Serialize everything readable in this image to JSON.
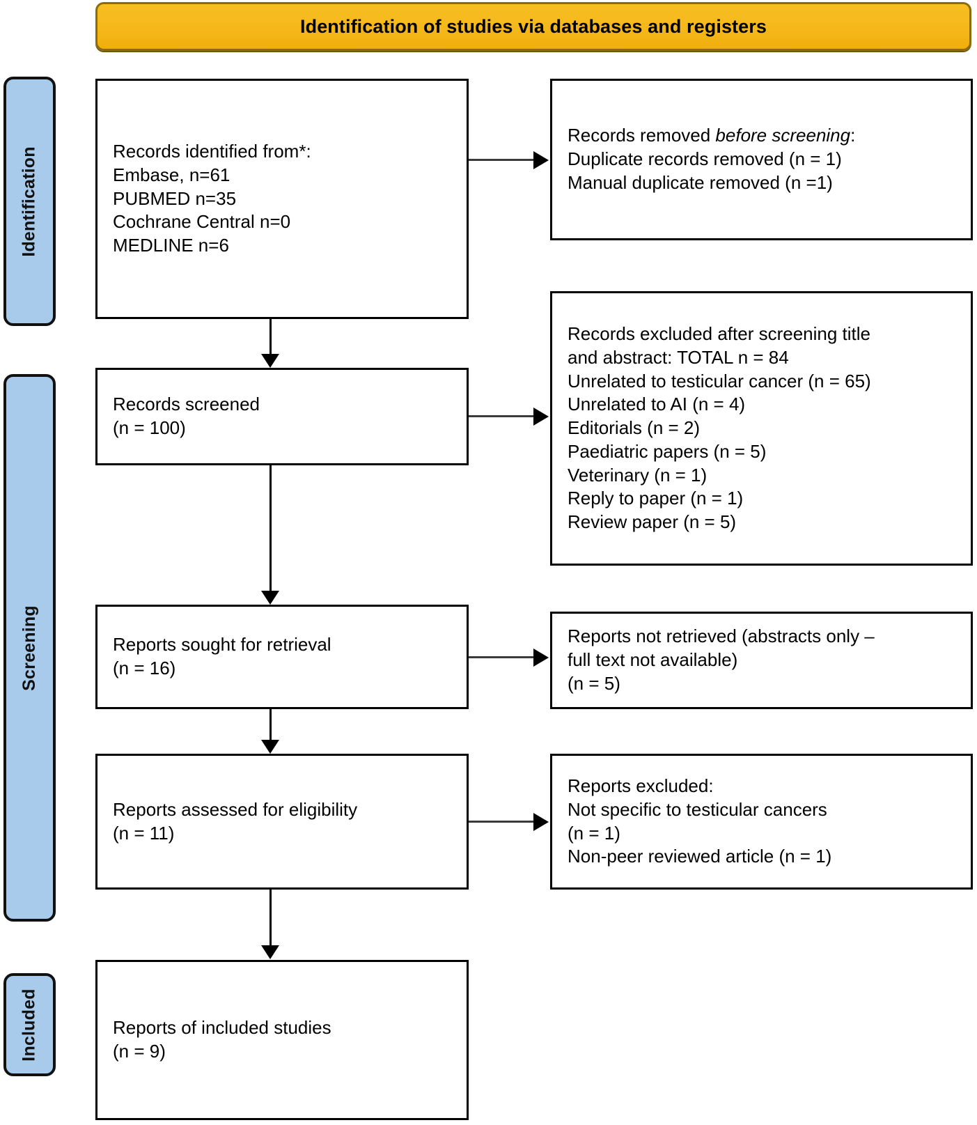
{
  "banner": {
    "title": "Identification of studies via databases and registers",
    "fill_color": "#F5B81A",
    "border_color": "#8A6D0B"
  },
  "phases": [
    {
      "key": "identification",
      "label": "Identification",
      "fill_color": "#A8CBEB"
    },
    {
      "key": "screening",
      "label": "Screening",
      "fill_color": "#A8CBEB"
    },
    {
      "key": "included",
      "label": "Included",
      "fill_color": "#A8CBEB"
    }
  ],
  "boxes": {
    "identified": {
      "name": "records-identified",
      "text": "Records identified from*:\nEmbase, n=61\nPUBMED n=35\nCochrane Central n=0\nMEDLINE n=6",
      "lines": [
        "Records identified from*:",
        "Embase, n=61",
        "PUBMED n=35",
        "Cochrane Central n=0",
        "MEDLINE n=6"
      ]
    },
    "removed_before_screening": {
      "name": "records-removed-before-screening",
      "heading_plain": "Records removed ",
      "heading_italic": "before screening",
      "heading_suffix": ":",
      "lines": [
        "Duplicate records removed (n = 1)",
        "Manual duplicate removed (n =1)"
      ]
    },
    "screened": {
      "name": "records-screened",
      "text": "Records screened\n(n = 100)",
      "lines": [
        "Records screened",
        "(n = 100)"
      ],
      "count": 100
    },
    "excluded_after_screening": {
      "name": "records-excluded-after-screening",
      "text": "Records excluded after screening title and abstract: TOTAL n = 84\nUnrelated to testicular cancer (n = 65)\nUnrelated to AI (n = 4)\nEditorials (n = 2)\nPaediatric papers (n = 5)\nVeterinary (n = 1)\nReply to paper (n = 1)\nReview paper (n = 5)",
      "lines": [
        "Records excluded after screening title",
        "and abstract: TOTAL n = 84",
        "Unrelated to testicular cancer (n = 65)",
        "Unrelated to AI (n = 4)",
        "Editorials (n = 2)",
        "Paediatric papers (n = 5)",
        "Veterinary (n = 1)",
        "Reply to paper (n = 1)",
        "Review paper (n = 5)"
      ],
      "total": 84,
      "reasons": [
        {
          "reason": "Unrelated to testicular cancer",
          "n": 65
        },
        {
          "reason": "Unrelated to AI",
          "n": 4
        },
        {
          "reason": "Editorials",
          "n": 2
        },
        {
          "reason": "Paediatric papers",
          "n": 5
        },
        {
          "reason": "Veterinary",
          "n": 1
        },
        {
          "reason": "Reply to paper",
          "n": 1
        },
        {
          "reason": "Review paper",
          "n": 5
        }
      ]
    },
    "sought": {
      "name": "reports-sought-for-retrieval",
      "text": "Reports sought for retrieval\n(n = 16)",
      "lines": [
        "Reports sought for retrieval",
        "(n = 16)"
      ],
      "count": 16
    },
    "not_retrieved": {
      "name": "reports-not-retrieved",
      "text": "Reports not retrieved (abstracts only – full text not available)\n(n = 5)",
      "lines": [
        "Reports not retrieved (abstracts only –",
        "full text not available)",
        "(n = 5)"
      ],
      "count": 5
    },
    "assessed": {
      "name": "reports-assessed-for-eligibility",
      "text": "Reports assessed for eligibility\n(n = 11)",
      "lines": [
        "Reports assessed for eligibility",
        "(n = 11)"
      ],
      "count": 11
    },
    "reports_excluded": {
      "name": "reports-excluded",
      "text": "Reports excluded:\nNot specific to testicular cancers\n(n = 1)\nNon-peer reviewed article (n = 1)",
      "lines": [
        "Reports excluded:",
        "Not specific to testicular cancers",
        "(n = 1)",
        "Non-peer reviewed article (n = 1)"
      ],
      "reasons": [
        {
          "reason": "Not specific to testicular cancers",
          "n": 1
        },
        {
          "reason": "Non-peer reviewed article",
          "n": 1
        }
      ]
    },
    "included": {
      "name": "reports-of-included-studies",
      "text": "Reports of included studies\n(n = 9)",
      "lines": [
        "Reports of included studies",
        "(n = 9)"
      ],
      "count": 9
    }
  }
}
